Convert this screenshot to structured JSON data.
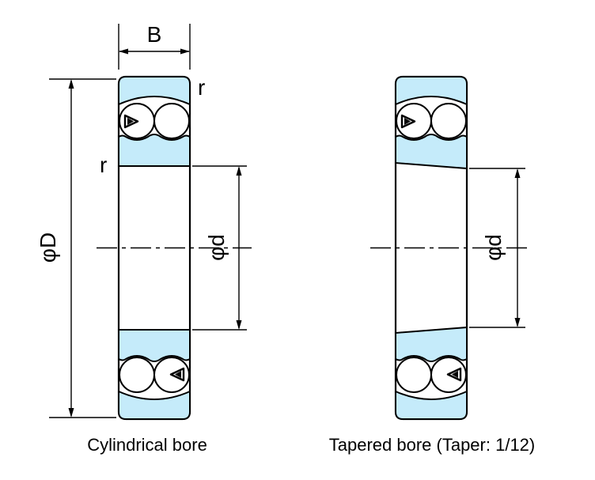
{
  "diagram": {
    "left": {
      "caption": "Cylindrical bore",
      "dim_width": "B",
      "dim_outer_diameter": "φD",
      "dim_bore": "φd",
      "chamfer_label_top": "r",
      "chamfer_label_side": "r"
    },
    "right": {
      "caption": "Tapered bore (Taper: 1/12)",
      "dim_bore": "φd"
    },
    "colors": {
      "ring_fill": "#c5ebfa",
      "outline": "#000000",
      "background": "#ffffff"
    }
  }
}
